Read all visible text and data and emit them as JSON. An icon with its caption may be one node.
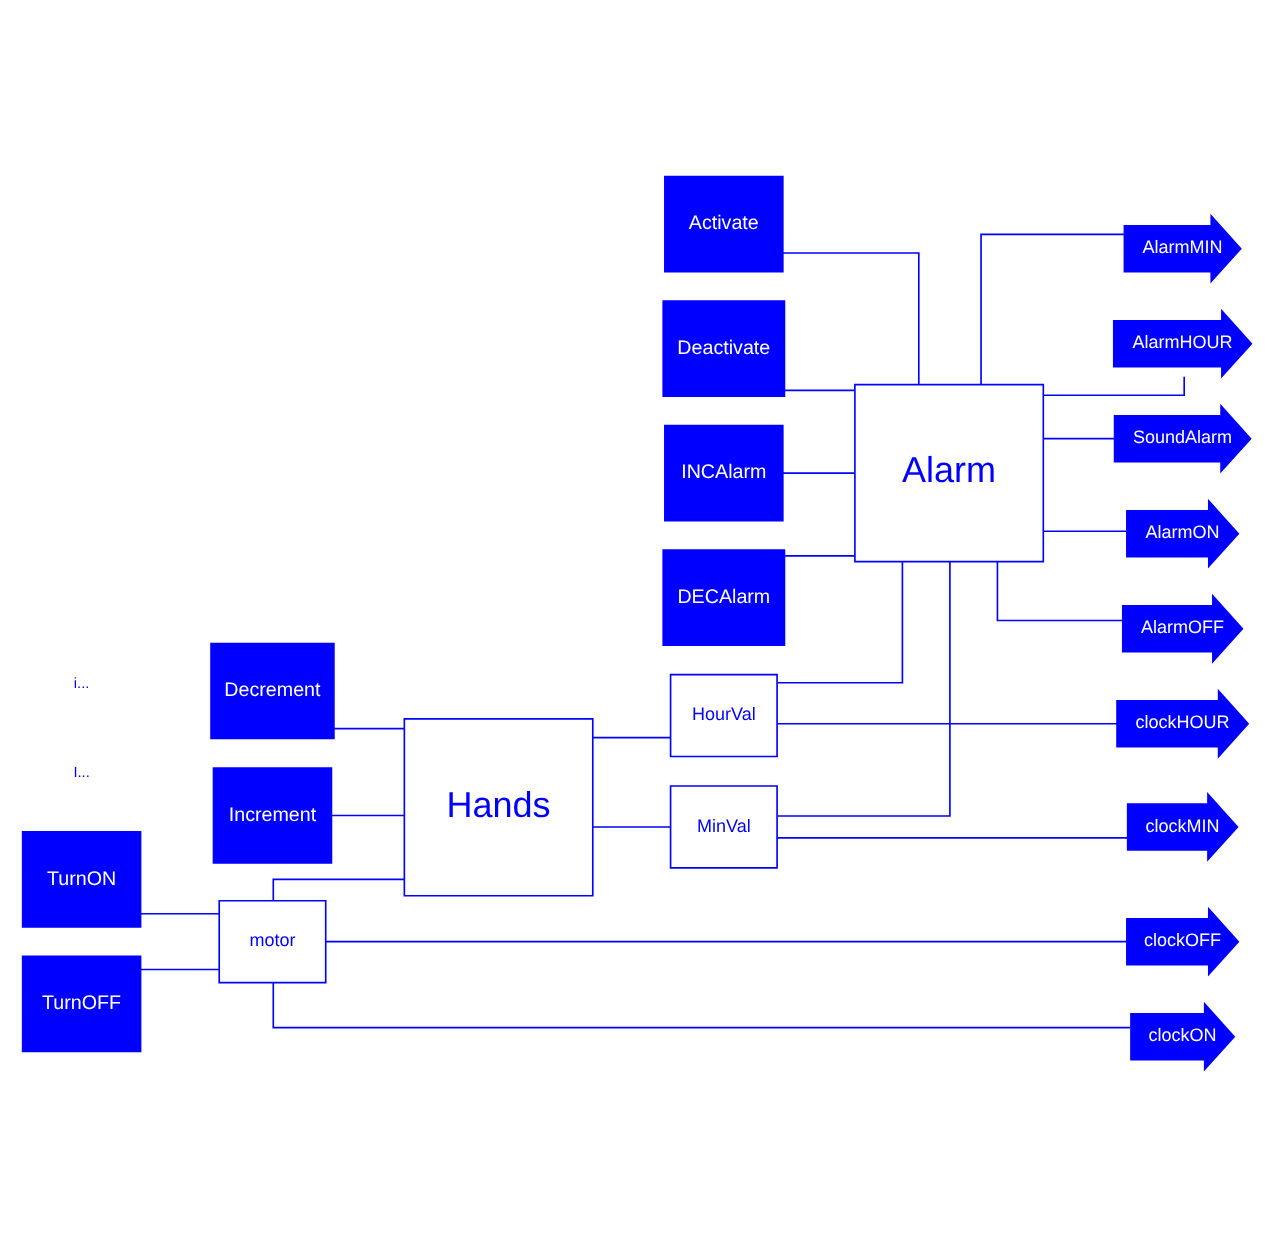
{
  "diagram": {
    "nodes": [
      {
        "text": [
          "TurnON"
        ]
      },
      {
        "text": [
          "TurnOFF"
        ]
      },
      {
        "text": [
          "Increment"
        ]
      },
      {
        "text": [
          "Decrement"
        ]
      },
      {
        "text": [
          "Activate"
        ]
      },
      {
        "text": [
          "Deactivate"
        ]
      },
      {
        "text": [
          "INCAlarm"
        ]
      },
      {
        "text": [
          "DECAlarm"
        ]
      },
      {
        "text": [
          "motor"
        ]
      },
      {
        "text": [
          "Hands"
        ]
      },
      {
        "text": [
          "MinVal"
        ]
      },
      {
        "text": [
          "HourVal"
        ]
      },
      {
        "text": [
          "Alarm"
        ]
      },
      {
        "text": [
          "clockON"
        ]
      },
      {
        "text": [
          "clockOFF"
        ]
      },
      {
        "text": [
          "clockHOUR"
        ]
      },
      {
        "text": [
          "clockMIN"
        ]
      },
      {
        "text": [
          "SoundAlarm"
        ]
      },
      {
        "text": [
          "AlarmON"
        ]
      },
      {
        "text": [
          "AlarmOFF"
        ]
      },
      {
        "text": [
          "AlarmMIN"
        ]
      },
      {
        "text": [
          "AlarmHOUR"
        ]
      }
    ],
    "edges": [
      {
        "from": 0,
        "to": 8,
        "arrow": "none"
      },
      {
        "from": 1,
        "to": 8,
        "arrow": "none"
      },
      {
        "from": 8,
        "to": 13,
        "arrow": "none"
      },
      {
        "from": 8,
        "to": 14,
        "arrow": "none"
      },
      {
        "from": 8,
        "to": 9,
        "arrow": "none"
      },
      {
        "from": 2,
        "to": 9,
        "arrow": "none"
      },
      {
        "from": 3,
        "to": 9,
        "arrow": "none"
      },
      {
        "from": 9,
        "to": 10,
        "arrow": "none"
      },
      {
        "from": 9,
        "to": 11,
        "arrow": "none"
      },
      {
        "from": 10,
        "to": 16,
        "arrow": "none"
      },
      {
        "from": 11,
        "to": 15,
        "arrow": "none"
      },
      {
        "from": 4,
        "to": 12,
        "arrow": "none"
      },
      {
        "from": 5,
        "to": 12,
        "arrow": "none"
      },
      {
        "from": 11,
        "to": 12,
        "arrow": "none"
      },
      {
        "from": 10,
        "to": 12,
        "arrow": "none"
      },
      {
        "from": 6,
        "to": 12,
        "arrow": "none"
      },
      {
        "from": 7,
        "to": 12,
        "arrow": "none"
      },
      {
        "from": 12,
        "to": 17,
        "arrow": "none"
      },
      {
        "from": 12,
        "to": 18,
        "arrow": "none"
      },
      {
        "from": 12,
        "to": 19,
        "arrow": "none"
      },
      {
        "from": 12,
        "to": 20,
        "arrow": "none"
      },
      {
        "from": 12,
        "to": 21,
        "arrow": "none"
      }
    ],
    "labels": [
      "I...",
      "i..."
    ]
  }
}
